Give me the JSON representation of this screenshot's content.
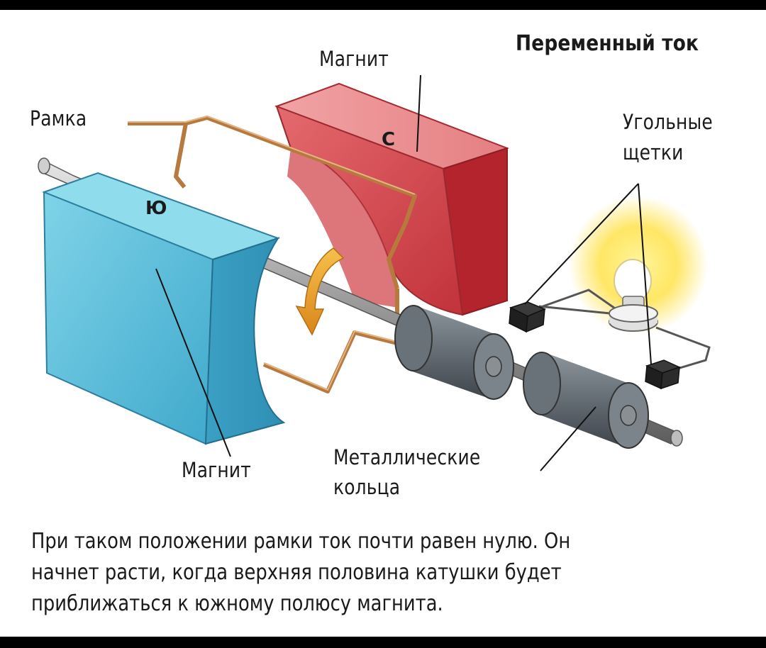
{
  "title": "Переменный ток",
  "labels": {
    "frame": "Рамка",
    "magnet_top": "Магнит",
    "magnet_bottom": "Магнит",
    "brushes_line1": "Угольные",
    "brushes_line2": "щетки",
    "rings_line1": "Металлические",
    "rings_line2": "кольца",
    "pole_north": "С",
    "pole_south": "Ю"
  },
  "caption": {
    "line1": "При таком положении рамки ток почти равен нулю. Он",
    "line2": "начнет расти, когда верхняя половина катушки будет",
    "line3": "приближаться к южному полюсу магнита."
  },
  "colors": {
    "magnet_north": "#d9434a",
    "magnet_south": "#5ec2dc",
    "frame_wire": "#c98a4a",
    "rings": "#6f7780",
    "lamp_glow": "#ffe45a",
    "arrow": "#e8a028"
  }
}
